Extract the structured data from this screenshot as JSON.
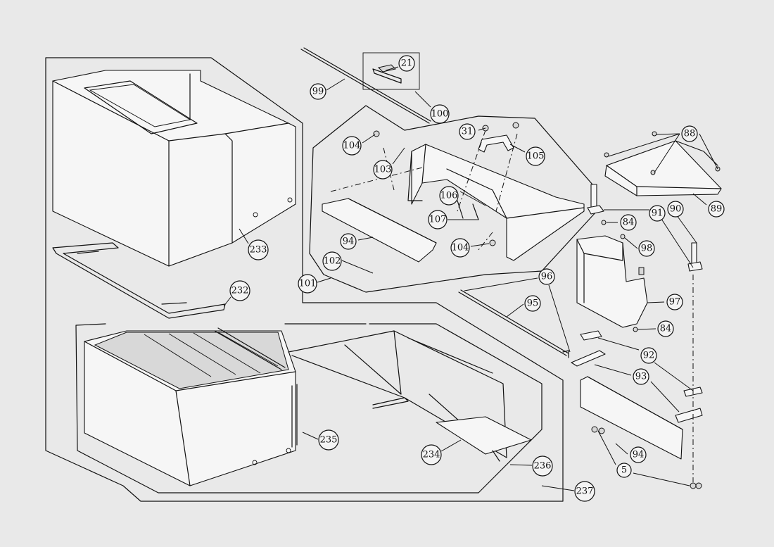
{
  "callouts": [
    {
      "id": "c21",
      "label": "21"
    },
    {
      "id": "c99",
      "label": "99"
    },
    {
      "id": "c100",
      "label": "100"
    },
    {
      "id": "c31",
      "label": "31"
    },
    {
      "id": "c105",
      "label": "105"
    },
    {
      "id": "c104a",
      "label": "104"
    },
    {
      "id": "c103",
      "label": "103"
    },
    {
      "id": "c106",
      "label": "106"
    },
    {
      "id": "c107",
      "label": "107"
    },
    {
      "id": "c104b",
      "label": "104"
    },
    {
      "id": "c94a",
      "label": "94"
    },
    {
      "id": "c102",
      "label": "102"
    },
    {
      "id": "c101",
      "label": "101"
    },
    {
      "id": "c88",
      "label": "88"
    },
    {
      "id": "c89",
      "label": "89"
    },
    {
      "id": "c90",
      "label": "90"
    },
    {
      "id": "c91",
      "label": "91"
    },
    {
      "id": "c84a",
      "label": "84"
    },
    {
      "id": "c98",
      "label": "98"
    },
    {
      "id": "c97",
      "label": "97"
    },
    {
      "id": "c84b",
      "label": "84"
    },
    {
      "id": "c92",
      "label": "92"
    },
    {
      "id": "c93",
      "label": "93"
    },
    {
      "id": "c94b",
      "label": "94"
    },
    {
      "id": "c5",
      "label": "5"
    },
    {
      "id": "c96",
      "label": "96"
    },
    {
      "id": "c95",
      "label": "95"
    },
    {
      "id": "c233",
      "label": "233"
    },
    {
      "id": "c232",
      "label": "232"
    },
    {
      "id": "c235",
      "label": "235"
    },
    {
      "id": "c234",
      "label": "234"
    },
    {
      "id": "c236",
      "label": "236"
    },
    {
      "id": "c237",
      "label": "237"
    }
  ],
  "colors": {
    "background": "#e9e9e9",
    "ink": "#111111",
    "part_fill": "#f6f6f6"
  }
}
